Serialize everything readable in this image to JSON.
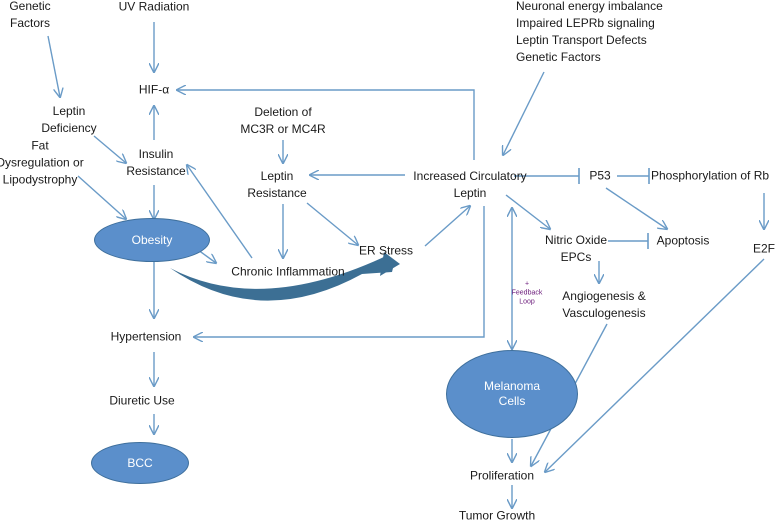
{
  "colors": {
    "arrow": "#6a9bc7",
    "oval_fill": "#5b8fcb",
    "oval_text": "#ffffff",
    "curve": "#3c6f94",
    "note": "#6a1a7a",
    "text": "#1a1a1a"
  },
  "nodes": {
    "genetic_factors_left": [
      "Genetic",
      "Factors"
    ],
    "uv_radiation": [
      "UV Radiation"
    ],
    "hif_alpha": [
      "HIF-α"
    ],
    "leptin_deficiency": [
      "Leptin",
      "Deficiency"
    ],
    "fat_dysregulation": [
      "Fat",
      "Dysregulation or",
      "Lipodystrophy"
    ],
    "insulin_resistance": [
      "Insulin",
      "Resistance"
    ],
    "deletion_mc": [
      "Deletion of",
      "MC3R or MC4R"
    ],
    "leptin_resistance": [
      "Leptin",
      "Resistance"
    ],
    "obesity": [
      "Obesity"
    ],
    "chronic_inflammation": [
      "Chronic Inflammation"
    ],
    "er_stress": [
      "ER Stress"
    ],
    "hypertension": [
      "Hypertension"
    ],
    "diuretic_use": [
      "Diuretic Use"
    ],
    "bcc": [
      "BCC"
    ],
    "upstream_causes": [
      "Neuronal energy imbalance",
      "Impaired LEPRb signaling",
      "Leptin Transport Defects",
      "Genetic Factors"
    ],
    "increased_leptin": [
      "Increased Circulatory",
      "Leptin"
    ],
    "p53": [
      "P53"
    ],
    "phosphorylation_rb": [
      "Phosphorylation of Rb"
    ],
    "nitric_oxide": [
      "Nitric Oxide",
      "EPCs"
    ],
    "apoptosis": [
      "Apoptosis"
    ],
    "e2f": [
      "E2F"
    ],
    "angiogenesis": [
      "Angiogenesis &",
      "Vasculogenesis"
    ],
    "melanoma": [
      "Melanoma",
      "Cells"
    ],
    "proliferation": [
      "Proliferation"
    ],
    "tumor_growth": [
      "Tumor Growth"
    ]
  },
  "annotations": {
    "feedback_loop": [
      "+",
      "Feedback",
      "Loop"
    ]
  },
  "edges": [
    {
      "from": "genetic_factors_left",
      "to": "leptin_deficiency",
      "type": "arrow"
    },
    {
      "from": "uv_radiation",
      "to": "hif_alpha",
      "type": "arrow"
    },
    {
      "from": "insulin_resistance",
      "to": "hif_alpha",
      "type": "arrow"
    },
    {
      "from": "increased_leptin",
      "to": "hif_alpha",
      "type": "arrow"
    },
    {
      "from": "leptin_deficiency",
      "to": "insulin_resistance",
      "type": "arrow"
    },
    {
      "from": "fat_dysregulation",
      "to": "obesity",
      "type": "arrow"
    },
    {
      "from": "insulin_resistance",
      "to": "obesity",
      "type": "arrow"
    },
    {
      "from": "deletion_mc",
      "to": "leptin_resistance",
      "type": "arrow"
    },
    {
      "from": "increased_leptin",
      "to": "leptin_resistance",
      "type": "arrow"
    },
    {
      "from": "leptin_resistance",
      "to": "chronic_inflammation",
      "type": "arrow"
    },
    {
      "from": "leptin_resistance",
      "to": "er_stress",
      "type": "arrow"
    },
    {
      "from": "er_stress",
      "to": "increased_leptin",
      "type": "arrow"
    },
    {
      "from": "chronic_inflammation",
      "to": "insulin_resistance",
      "type": "arrow"
    },
    {
      "from": "obesity",
      "to": "chronic_inflammation",
      "type": "arrow"
    },
    {
      "from": "obesity",
      "to": "hypertension",
      "type": "arrow"
    },
    {
      "from": "increased_leptin",
      "to": "hypertension",
      "type": "arrow"
    },
    {
      "from": "hypertension",
      "to": "diuretic_use",
      "type": "arrow"
    },
    {
      "from": "diuretic_use",
      "to": "bcc",
      "type": "arrow"
    },
    {
      "from": "upstream_causes",
      "to": "increased_leptin",
      "type": "arrow"
    },
    {
      "from": "increased_leptin",
      "to": "p53",
      "type": "inhibit"
    },
    {
      "from": "p53",
      "to": "phosphorylation_rb",
      "type": "inhibit"
    },
    {
      "from": "p53",
      "to": "apoptosis",
      "type": "arrow"
    },
    {
      "from": "increased_leptin",
      "to": "nitric_oxide",
      "type": "arrow"
    },
    {
      "from": "nitric_oxide",
      "to": "apoptosis",
      "type": "inhibit"
    },
    {
      "from": "nitric_oxide",
      "to": "angiogenesis",
      "type": "arrow"
    },
    {
      "from": "phosphorylation_rb",
      "to": "e2f",
      "type": "arrow"
    },
    {
      "from": "increased_leptin",
      "to": "melanoma",
      "type": "bidirectional"
    },
    {
      "from": "melanoma",
      "to": "proliferation",
      "type": "arrow"
    },
    {
      "from": "angiogenesis",
      "to": "proliferation",
      "type": "arrow"
    },
    {
      "from": "e2f",
      "to": "proliferation",
      "type": "arrow"
    },
    {
      "from": "proliferation",
      "to": "tumor_growth",
      "type": "arrow"
    },
    {
      "from": "obesity",
      "to": "er_stress",
      "type": "curved-arrow"
    }
  ]
}
